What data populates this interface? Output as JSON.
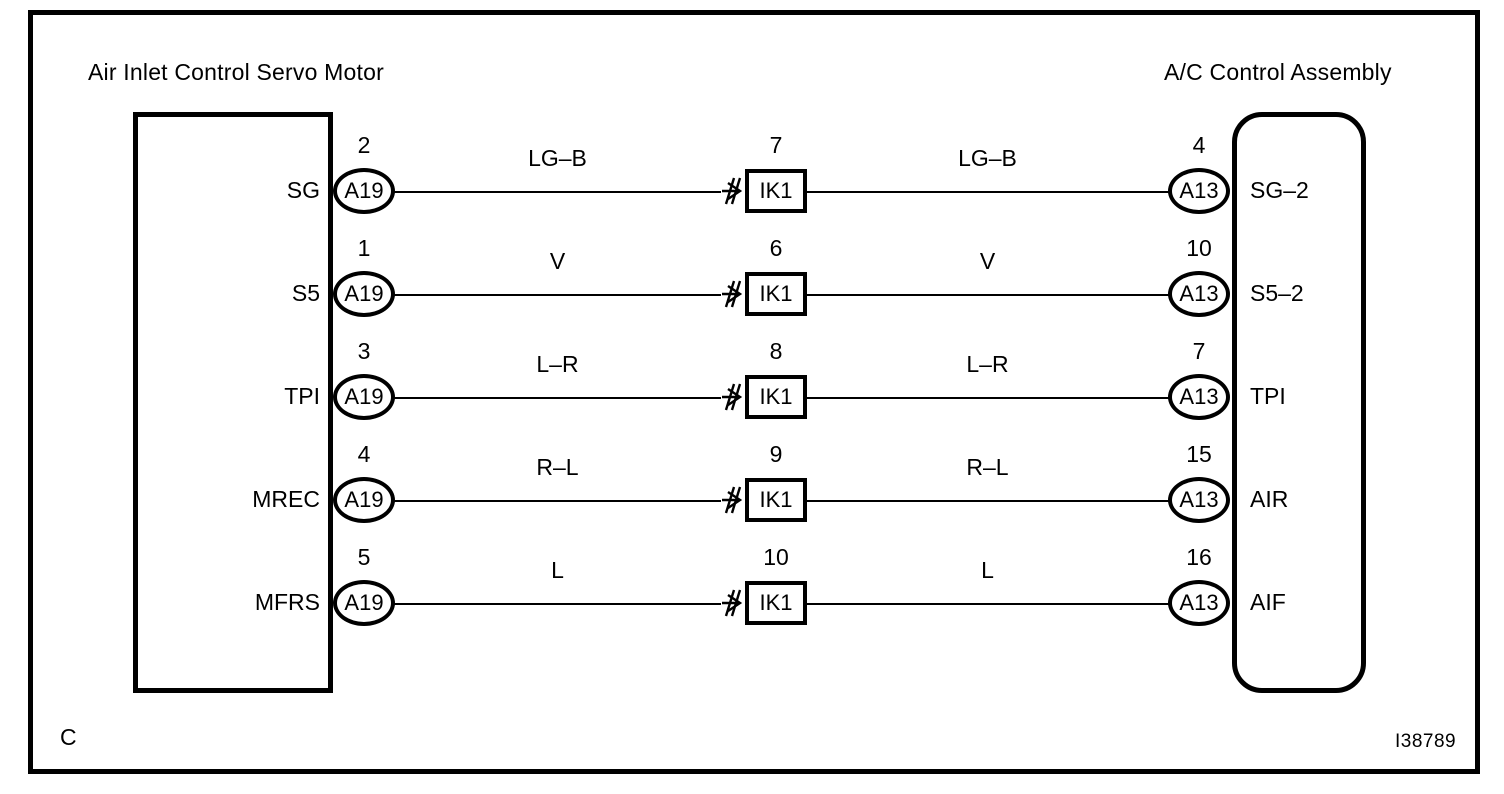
{
  "diagram": {
    "left_unit_title": "Air Inlet Control Servo Motor",
    "right_unit_title": "A/C Control Assembly",
    "left_connector_code": "A19",
    "right_connector_code": "A13",
    "junction_code": "IK1",
    "corner_mark": "C",
    "reference_code": "I38789",
    "line_color": "#000000",
    "background_color": "#ffffff"
  },
  "rows": [
    {
      "left_terminal": "SG",
      "left_pin": "2",
      "left_connector": "A19",
      "wire_left_label": "LG–B",
      "junction_pin": "7",
      "junction_code": "IK1",
      "wire_right_label": "LG–B",
      "right_pin": "4",
      "right_connector": "A13",
      "right_terminal": "SG–2"
    },
    {
      "left_terminal": "S5",
      "left_pin": "1",
      "left_connector": "A19",
      "wire_left_label": "V",
      "junction_pin": "6",
      "junction_code": "IK1",
      "wire_right_label": "V",
      "right_pin": "10",
      "right_connector": "A13",
      "right_terminal": "S5–2"
    },
    {
      "left_terminal": "TPI",
      "left_pin": "3",
      "left_connector": "A19",
      "wire_left_label": "L–R",
      "junction_pin": "8",
      "junction_code": "IK1",
      "wire_right_label": "L–R",
      "right_pin": "7",
      "right_connector": "A13",
      "right_terminal": "TPI"
    },
    {
      "left_terminal": "MREC",
      "left_pin": "4",
      "left_connector": "A19",
      "wire_left_label": "R–L",
      "junction_pin": "9",
      "junction_code": "IK1",
      "wire_right_label": "R–L",
      "right_pin": "15",
      "right_connector": "A13",
      "right_terminal": "AIR"
    },
    {
      "left_terminal": "MFRS",
      "left_pin": "5",
      "left_connector": "A19",
      "wire_left_label": "L",
      "junction_pin": "10",
      "junction_code": "IK1",
      "wire_right_label": "L",
      "right_pin": "16",
      "right_connector": "A13",
      "right_terminal": "AIF"
    }
  ]
}
